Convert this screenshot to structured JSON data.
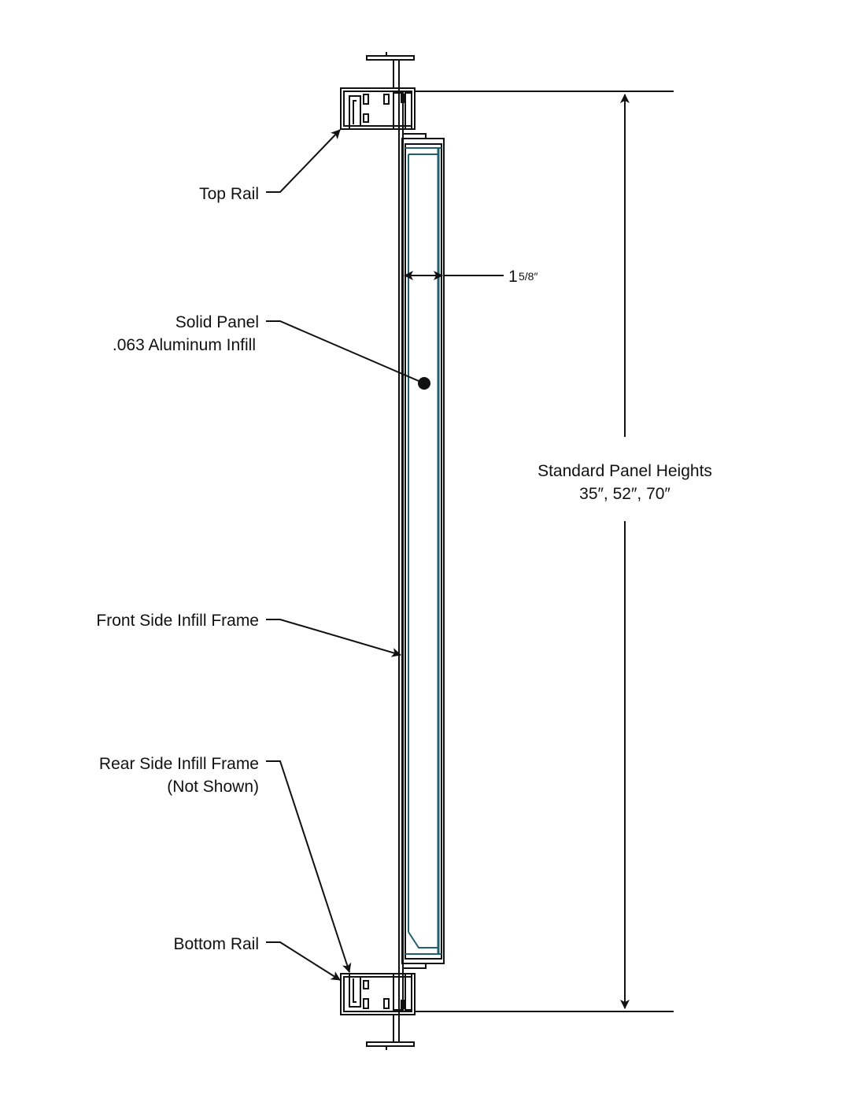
{
  "labels": {
    "top_rail": "Top Rail",
    "solid_panel_line1": "Solid Panel",
    "solid_panel_line2": ".063 Aluminum Infill",
    "front_frame": "Front Side Infill Frame",
    "rear_frame_line1": "Rear Side Infill Frame",
    "rear_frame_line2": "(Not Shown)",
    "bottom_rail": "Bottom Rail",
    "width_whole": "1",
    "width_fraction": "5/8″",
    "heights_title": "Standard Panel Heights",
    "heights_values": "35″, 52″, 70″"
  },
  "colors": {
    "line": "#111111",
    "panel_accent": "#1f5f6e",
    "background": "#ffffff"
  }
}
